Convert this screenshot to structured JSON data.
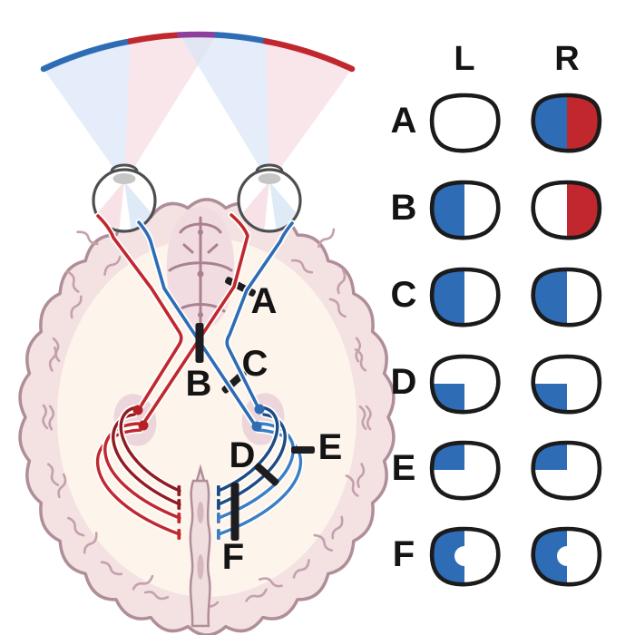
{
  "pathway": {
    "lesions": [
      "A",
      "B",
      "C",
      "D",
      "E",
      "F"
    ]
  },
  "fields_panel": {
    "col_headers": [
      "L",
      "R"
    ],
    "rows": [
      {
        "label": "A",
        "L": "empty",
        "R": "left-blue-right-red"
      },
      {
        "label": "B",
        "L": "left-blue",
        "R": "right-red"
      },
      {
        "label": "C",
        "L": "left-blue",
        "R": "left-blue"
      },
      {
        "label": "D",
        "L": "lower-left-blue",
        "R": "lower-left-blue"
      },
      {
        "label": "E",
        "L": "upper-left-blue",
        "R": "upper-left-blue"
      },
      {
        "label": "F",
        "L": "left-blue-sparing",
        "R": "left-blue-sparing"
      }
    ]
  },
  "colors": {
    "blue": "#2e6cb5",
    "light_blue": "#3b7ec4",
    "dark_blue": "#1d4c85",
    "red": "#c0282e",
    "dark_red": "#901c22",
    "dot_red": "#b32025",
    "purple": "#8d3f9b",
    "cone_blue": "#d9e6f6",
    "cone_pink": "#f7dce3",
    "brain_fill": "#f4e2e3",
    "brain_inner": "#fdf4ec",
    "brain_line": "#b08e99",
    "gyri": "#c4a1ac",
    "midline": "#ab8090",
    "blob_fill": "#f1dde1",
    "falx_fill": "#f0dddd",
    "lgn_fill": "#edd6db",
    "lesion_bar": "#1d1d1f",
    "eye_outline": "#4f4f52",
    "lens": "#c6c6c6",
    "field_outline": "#1b1b1b",
    "label": "#141414"
  }
}
